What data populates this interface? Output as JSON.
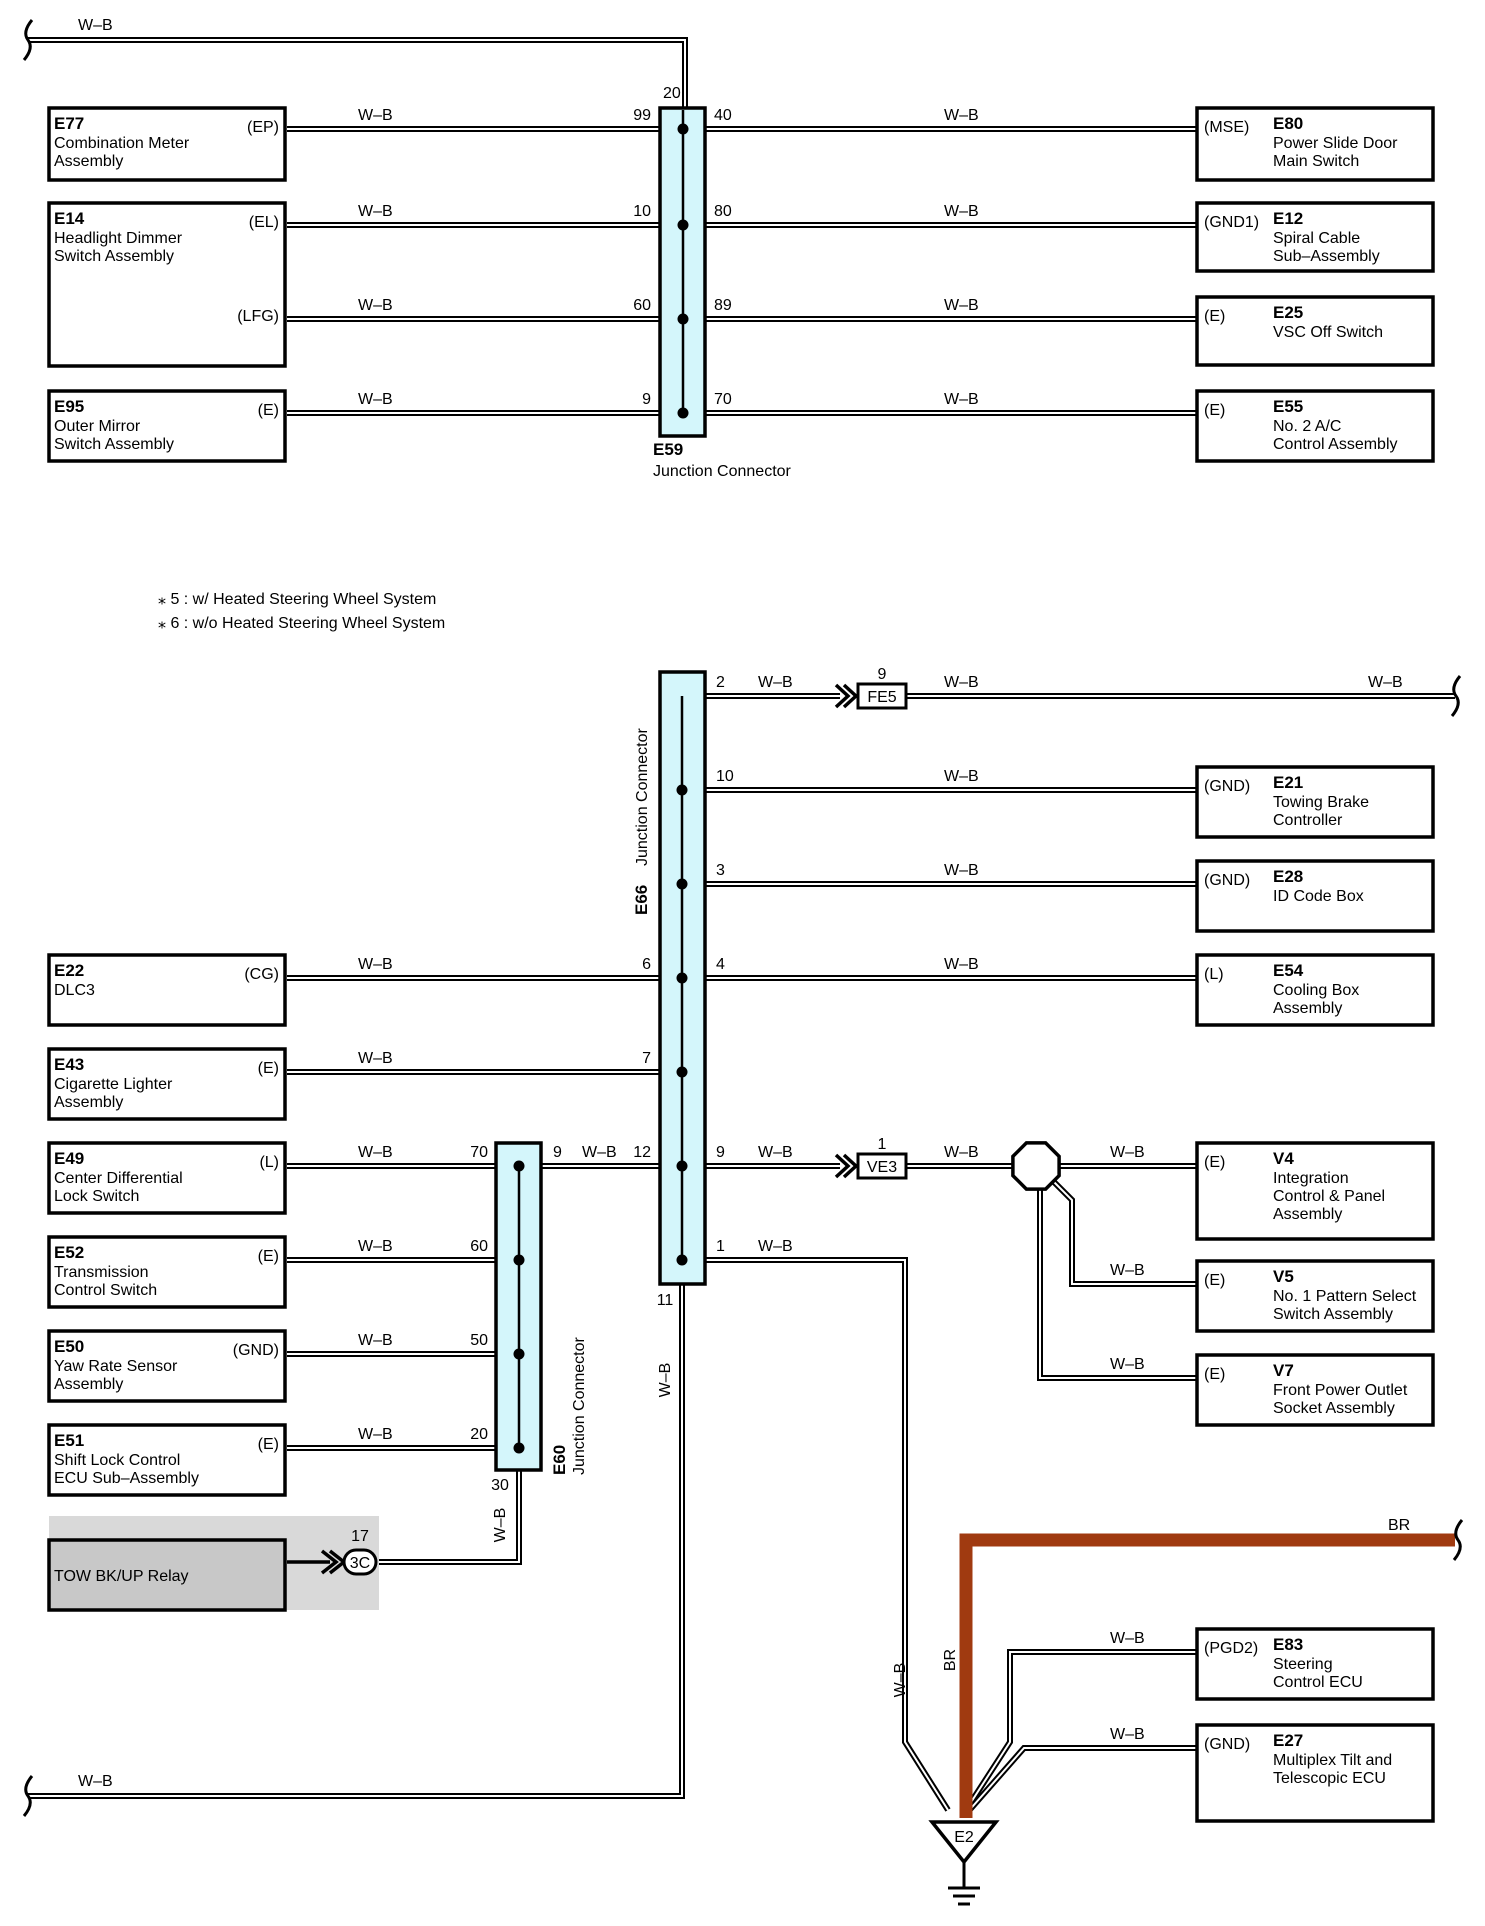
{
  "colors": {
    "wire": "#000000",
    "connector_fill": "#d4f6fb",
    "relay_fill": "#c8c8c8",
    "br_wire": "#a03a10"
  },
  "wire_color_label": "W–B",
  "br_label": "BR",
  "notes": [
    "⁎ 5 : w/ Heated Steering Wheel System",
    "⁎ 6 : w/o Heated Steering Wheel System"
  ],
  "connectors": {
    "E59": {
      "code": "E59",
      "name": "Junction Connector"
    },
    "E66": {
      "code": "E66",
      "name": "Junction Connector"
    },
    "E60": {
      "code": "E60",
      "name": "Junction Connector"
    }
  },
  "components": {
    "E77": {
      "code": "E77",
      "name_lines": [
        "Combination Meter",
        "Assembly"
      ],
      "pins": [
        "(EP)"
      ]
    },
    "E14": {
      "code": "E14",
      "name_lines": [
        "Headlight Dimmer",
        "Switch Assembly"
      ],
      "pins": [
        "(EL)",
        "(LFG)"
      ]
    },
    "E95": {
      "code": "E95",
      "name_lines": [
        "Outer Mirror",
        "Switch Assembly"
      ],
      "pins": [
        "(E)"
      ]
    },
    "E80": {
      "code": "E80",
      "name_lines": [
        "Power Slide Door",
        "Main Switch"
      ],
      "pins": [
        "(MSE)"
      ]
    },
    "E12": {
      "code": "E12",
      "name_lines": [
        "Spiral Cable",
        "Sub–Assembly"
      ],
      "pins": [
        "(GND1)"
      ]
    },
    "E25": {
      "code": "E25",
      "name_lines": [
        "VSC Off Switch"
      ],
      "pins": [
        "(E)"
      ]
    },
    "E55": {
      "code": "E55",
      "name_lines": [
        "No. 2 A/C",
        "Control Assembly"
      ],
      "pins": [
        "(E)"
      ]
    },
    "E21": {
      "code": "E21",
      "name_lines": [
        "Towing Brake",
        "Controller"
      ],
      "pins": [
        "(GND)"
      ]
    },
    "E28": {
      "code": "E28",
      "name_lines": [
        "ID Code Box"
      ],
      "pins": [
        "(GND)"
      ]
    },
    "E54": {
      "code": "E54",
      "name_lines": [
        "Cooling Box",
        "Assembly"
      ],
      "pins": [
        "(L)"
      ]
    },
    "E22": {
      "code": "E22",
      "name_lines": [
        "DLC3"
      ],
      "pins": [
        "(CG)"
      ]
    },
    "E43": {
      "code": "E43",
      "name_lines": [
        "Cigarette Lighter",
        "Assembly"
      ],
      "pins": [
        "(E)"
      ]
    },
    "E49": {
      "code": "E49",
      "name_lines": [
        "Center Differential",
        "Lock Switch"
      ],
      "pins": [
        "(L)"
      ]
    },
    "E52": {
      "code": "E52",
      "name_lines": [
        "Transmission",
        "Control Switch"
      ],
      "pins": [
        "(E)"
      ]
    },
    "E50": {
      "code": "E50",
      "name_lines": [
        "Yaw Rate Sensor",
        "Assembly"
      ],
      "pins": [
        "(GND)"
      ]
    },
    "E51": {
      "code": "E51",
      "name_lines": [
        "Shift Lock Control",
        "ECU Sub–Assembly"
      ],
      "pins": [
        "(E)"
      ]
    },
    "V4": {
      "code": "V4",
      "name_lines": [
        "Integration",
        "Control & Panel",
        "Assembly"
      ],
      "pins": [
        "(E)"
      ]
    },
    "V5": {
      "code": "V5",
      "name_lines": [
        "No. 1 Pattern Select",
        "Switch Assembly"
      ],
      "pins": [
        "(E)"
      ]
    },
    "V7": {
      "code": "V7",
      "name_lines": [
        "Front Power Outlet",
        "Socket Assembly"
      ],
      "pins": [
        "(E)"
      ]
    },
    "E83": {
      "code": "E83",
      "name_lines": [
        "Steering",
        "Control ECU"
      ],
      "pins": [
        "(PGD2)"
      ]
    },
    "E27": {
      "code": "E27",
      "name_lines": [
        "Multiplex Tilt and",
        "Telescopic ECU"
      ],
      "pins": [
        "(GND)"
      ]
    }
  },
  "relay": {
    "name": "TOW BK/UP Relay",
    "pin": "17",
    "plug": "3C"
  },
  "inline_connectors": {
    "FE5": {
      "code": "FE5",
      "pin": "9"
    },
    "VE3": {
      "code": "VE3",
      "pin": "1"
    }
  },
  "ground": {
    "code": "E2"
  },
  "pins": {
    "e59_top": "20",
    "e59_left": [
      "99",
      "10",
      "60",
      "9"
    ],
    "e59_right": [
      "40",
      "80",
      "89",
      "70"
    ],
    "e66_right": [
      "2",
      "10",
      "3",
      "4",
      "9",
      "1"
    ],
    "e66_left": [
      "6",
      "7",
      "12"
    ],
    "e66_bottom": "11",
    "e60_left": [
      "70",
      "60",
      "50",
      "20"
    ],
    "e60_right": "9",
    "e60_bottom": "30"
  }
}
